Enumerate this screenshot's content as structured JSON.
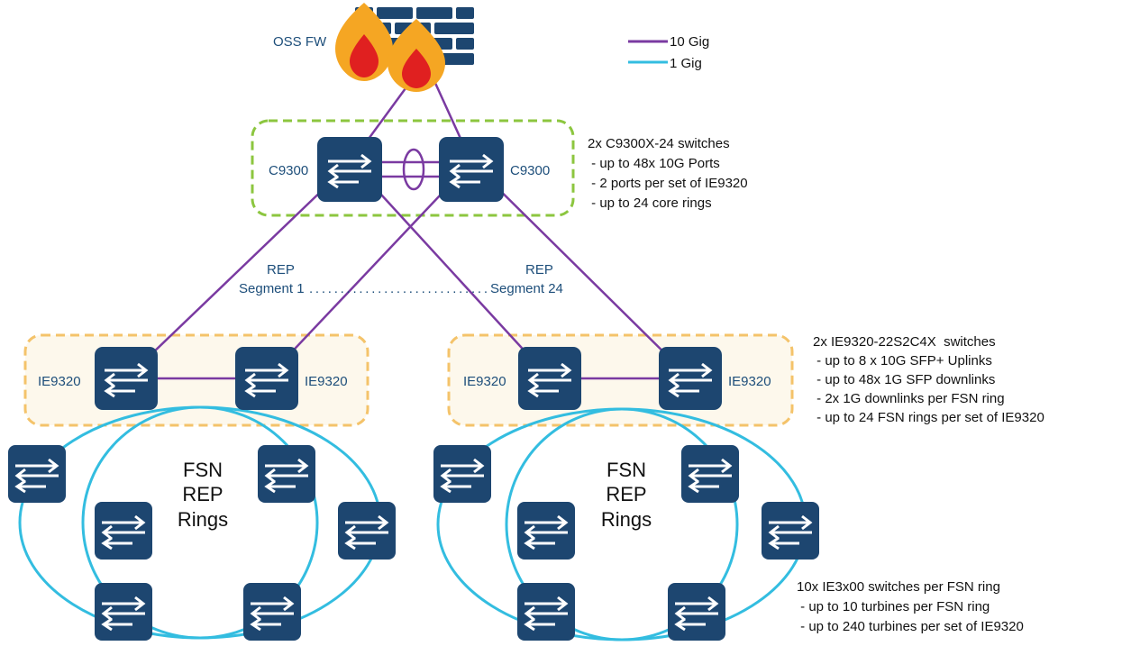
{
  "colors": {
    "ten_gig_line": "#7a3aa1",
    "one_gig_line": "#33bde0",
    "switch_fill": "#1d4670",
    "core_box_border": "#8cc63f",
    "dist_box_border": "#f4c36a",
    "dist_box_fill": "#fdf8ec",
    "label_blue": "#1d4e7a",
    "firewall_brick": "#1d4670",
    "flame_outer": "#f5a623",
    "flame_inner": "#e02020"
  },
  "legend": {
    "ten_gig": "10 Gig",
    "one_gig": "1 Gig"
  },
  "firewall": {
    "label": "OSS FW",
    "icon": "firewall-icon"
  },
  "core": {
    "left_switch": "C9300",
    "right_switch": "C9300",
    "icon": "switch-icon",
    "notes": [
      "2x C9300X-24 switches",
      " - up to 48x 10G Ports",
      " - 2 ports per set of IE9320",
      " - up to 24 core rings"
    ]
  },
  "segments": {
    "left_line1": "REP",
    "left_line2": "Segment 1",
    "dots": ".............................",
    "right_line1": "REP",
    "right_line2": "Segment 24"
  },
  "distribution": {
    "labels": [
      "IE9320",
      "IE9320",
      "IE9320",
      "IE9320"
    ],
    "notes": [
      "2x IE9320-22S2C4X  switches",
      " - up to 8 x 10G SFP+ Uplinks",
      " - up to 48x 1G SFP downlinks",
      " - 2x 1G downlinks per FSN ring",
      " - up to 24 FSN rings per set of IE9320"
    ]
  },
  "rings": {
    "left_title": [
      "FSN",
      "REP",
      "Rings"
    ],
    "right_title": [
      "FSN",
      "REP",
      "Rings"
    ]
  },
  "access": {
    "notes": [
      "10x IE3x00 switches per FSN ring",
      " - up to 10 turbines per FSN ring",
      " - up to 240 turbines per set of IE9320"
    ]
  }
}
